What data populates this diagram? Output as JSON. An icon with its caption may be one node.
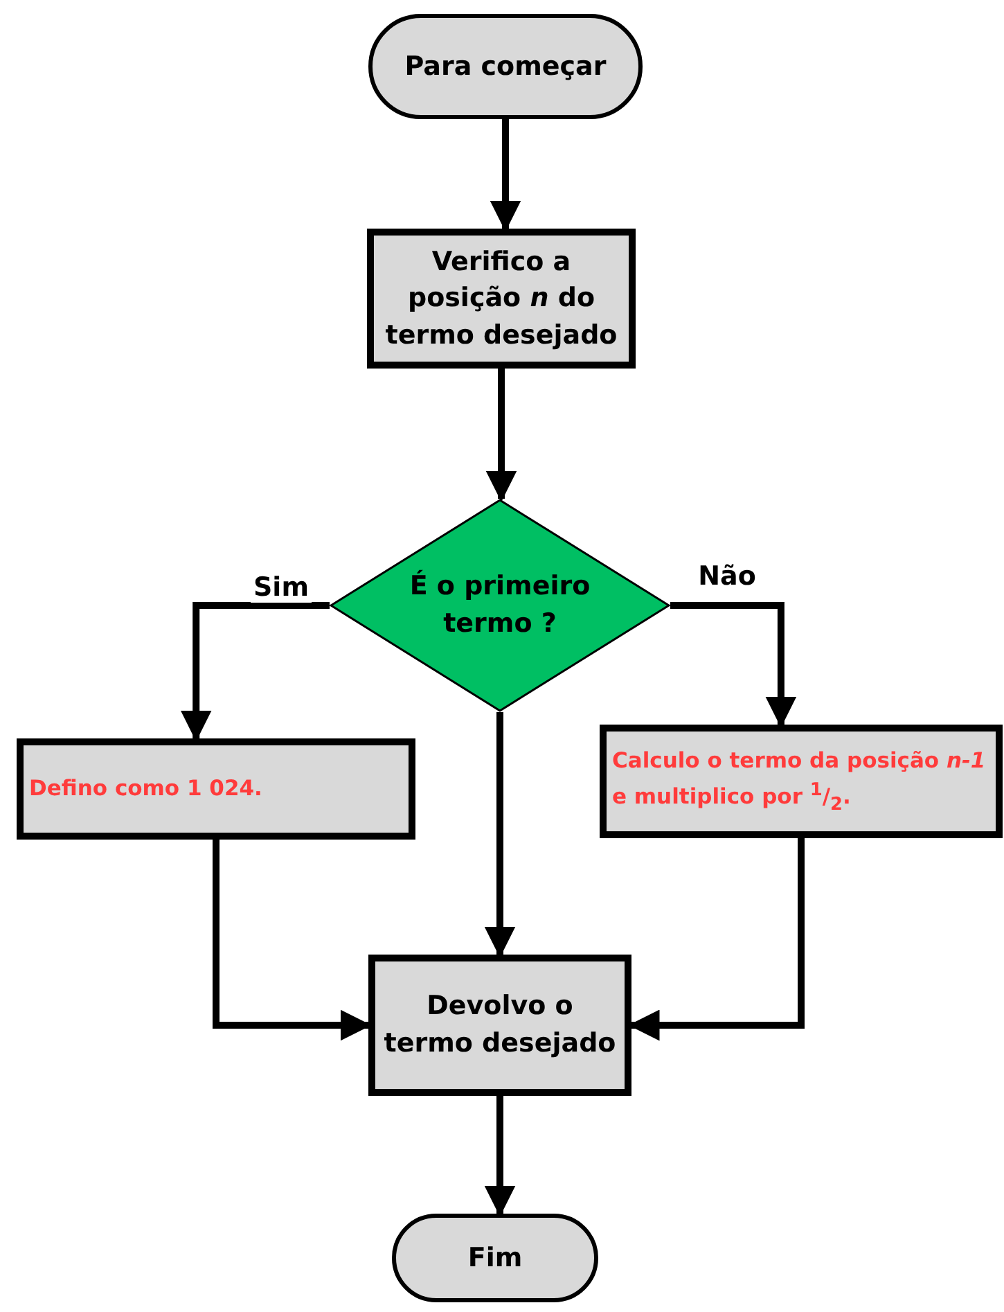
{
  "diagram": {
    "nodes": [
      {
        "text": [
          "Para começar"
        ]
      },
      {
        "text": [
          "Verifico a posição *n* do termo desejado"
        ]
      },
      {
        "text": [
          "É o primeiro termo ?"
        ]
      },
      {
        "text": [
          "Defino como 1 024."
        ]
      },
      {
        "text": [
          "Calculo o termo da posição *n-1* e multiplico por $^{1}$/$_{2}$."
        ]
      },
      {
        "text": [
          "Devolvo o termo desejado"
        ]
      },
      {
        "text": [
          "Fim"
        ]
      }
    ],
    "edges": [
      {
        "from": 0,
        "to": 1,
        "arrow": "to"
      },
      {
        "from": 1,
        "to": 2,
        "arrow": "to"
      },
      {
        "from": 2,
        "to": 3,
        "arrow": "to",
        "label": "Sim"
      },
      {
        "from": 2,
        "to": 4,
        "arrow": "to",
        "label": "Não"
      },
      {
        "from": 2,
        "to": 5,
        "arrow": "to"
      },
      {
        "from": 3,
        "to": 5,
        "arrow": "to"
      },
      {
        "from": 4,
        "to": 5,
        "arrow": "to"
      },
      {
        "from": 5,
        "to": 6,
        "arrow": "to"
      }
    ]
  }
}
